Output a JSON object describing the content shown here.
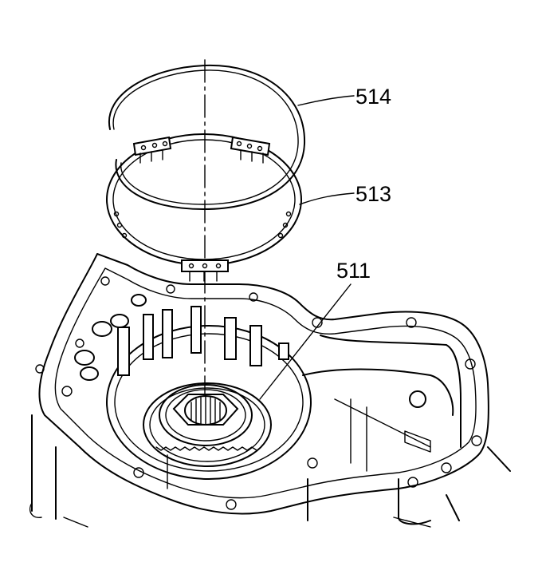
{
  "diagram": {
    "callouts": [
      {
        "id": "c514",
        "label": "514"
      },
      {
        "id": "c513",
        "label": "513"
      },
      {
        "id": "c511",
        "label": "511"
      }
    ],
    "colors": {
      "line": "#000000",
      "background": "#ffffff"
    }
  }
}
